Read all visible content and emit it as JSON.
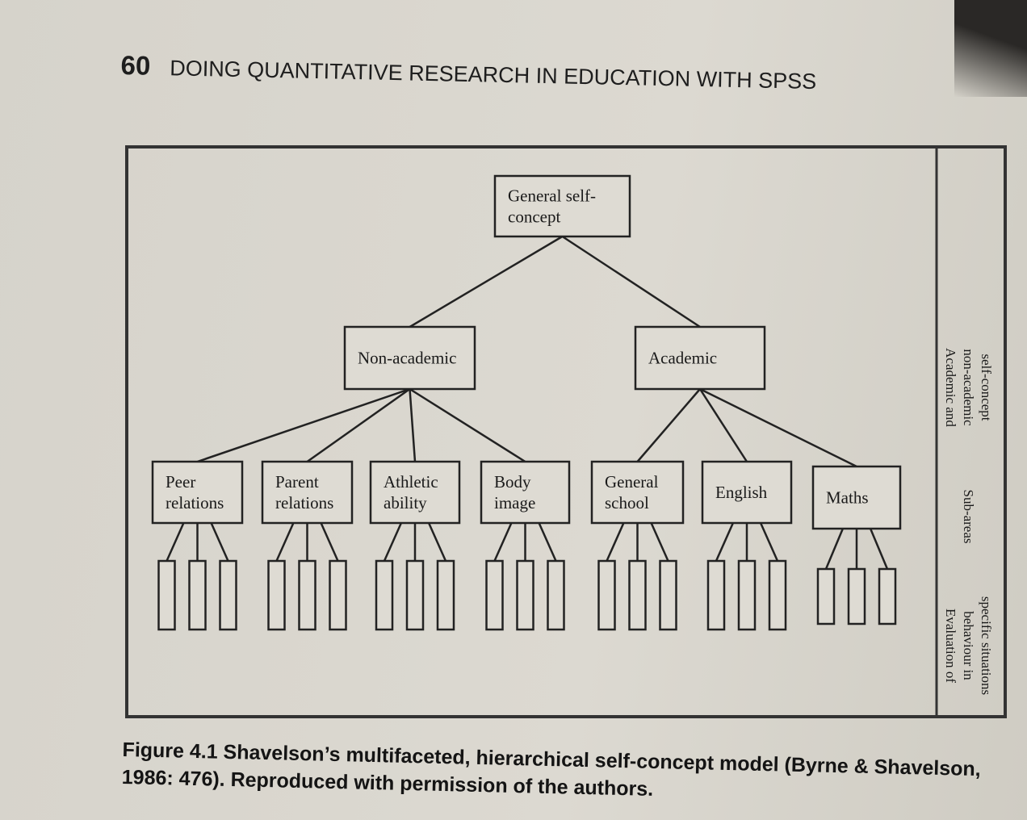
{
  "header": {
    "page_number": "60",
    "running_title": "DOING QUANTITATIVE RESEARCH IN EDUCATION WITH SPSS"
  },
  "diagram": {
    "root": {
      "lines": [
        "General self-",
        "concept"
      ]
    },
    "level2": [
      {
        "lines": [
          "Non-academic"
        ]
      },
      {
        "lines": [
          "Academic"
        ]
      }
    ],
    "level3": [
      {
        "lines": [
          "Peer",
          "relations"
        ]
      },
      {
        "lines": [
          "Parent",
          "relations"
        ]
      },
      {
        "lines": [
          "Athletic",
          "ability"
        ]
      },
      {
        "lines": [
          "Body",
          "image"
        ]
      },
      {
        "lines": [
          "General",
          "school"
        ]
      },
      {
        "lines": [
          "English"
        ]
      },
      {
        "lines": [
          "Maths"
        ]
      }
    ],
    "side_labels": [
      {
        "lines": [
          "Academic and",
          "non-academic",
          "self-concept"
        ]
      },
      {
        "lines": [
          "Sub-areas"
        ]
      },
      {
        "lines": [
          "Evaluation of",
          "behaviour in",
          "specific situations"
        ]
      }
    ]
  },
  "caption": "Figure 4.1 Shavelson’s multifaceted, hierarchical self-concept model (Byrne & Shavelson, 1986: 476). Reproduced with permission of the authors."
}
